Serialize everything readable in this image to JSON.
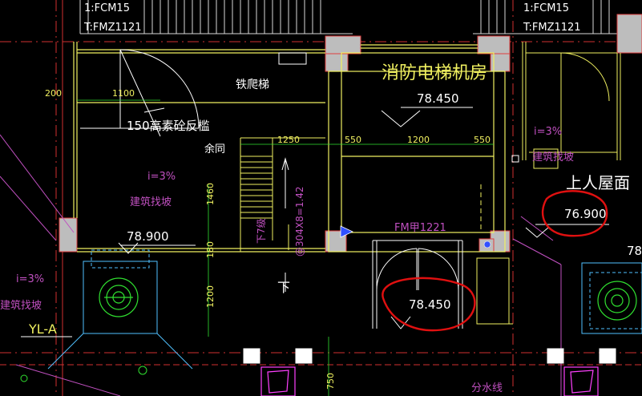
{
  "texts": {
    "top_left_label_1": "1:FCM15",
    "top_left_label_2": "T:FMZ1121",
    "top_right_label_1": "1:FCM15",
    "top_right_label_2": "T:FMZ1121",
    "room_title": "消防电梯机房",
    "room_level": "78.450",
    "ladder": "铁爬梯",
    "curb": "150高素砼反槛",
    "dim_200": "200",
    "dim_1100": "1100",
    "yu_tong": "余同",
    "dim_1250": "1250",
    "dim_550_a": "550",
    "dim_1200": "1200",
    "dim_550_b": "550",
    "slope_right": "i=3%",
    "slope_right_text": "建筑找坡",
    "roof_label": "上人屋面",
    "roof_level": "76.900",
    "slope_left": "i=3%",
    "slope_left_text": "建筑找坡",
    "left_level": "78.900",
    "stair_down_steps": "下7级",
    "stair_dims": "@304X8=1.42",
    "door_code": "FM甲1221",
    "down_text": "下",
    "door_level": "78.450",
    "dim_1460": "1460",
    "dim_180": "180",
    "dim_1200_v": "1200",
    "slope_far_left": "i=3%",
    "slope_far_left_text": "建筑找坡",
    "yl_tag": "YL-A",
    "dim_750": "750",
    "fen_shui": "分水线",
    "right_edge_78": "78"
  },
  "colors": {
    "background": "#000000",
    "wall": "#c8c8c8",
    "yellow": "#f0f060",
    "white": "#ffffff",
    "red": "#ff2020",
    "magenta": "#d060d0",
    "green": "#30e030",
    "cyan": "#50c0ff",
    "blue": "#4060ff",
    "marker_red": "#e01010"
  }
}
